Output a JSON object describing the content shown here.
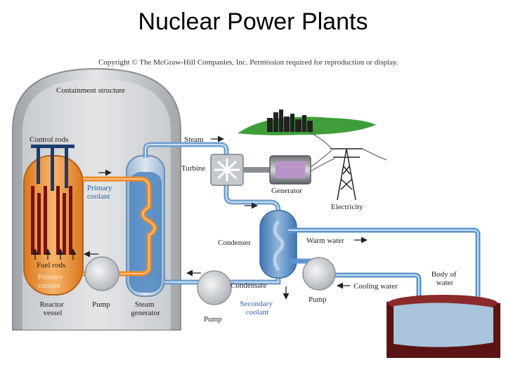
{
  "title": "Nuclear Power Plants",
  "copyright": "Copyright © The McGraw-Hill Companies, Inc. Permission required for reproduction or display.",
  "labels": {
    "containment_structure": "Containment structure",
    "control_rods": "Control rods",
    "steam": "Steam",
    "turbine": "Turbine",
    "generator": "Generator",
    "electricity": "Electricity",
    "primary_coolant": [
      "Primary",
      "coolant"
    ],
    "primary_coolant_vessel": [
      "Primary",
      "coolant"
    ],
    "fuel_rods": "Fuel rods",
    "reactor_vessel": [
      "Reactor",
      "vessel"
    ],
    "pump_primary": "Pump",
    "steam_generator": [
      "Steam",
      "generator"
    ],
    "condenser": "Condenser",
    "warm_water": "Warm water",
    "condensate": "Condensate",
    "secondary_coolant": [
      "Secondary",
      "coolant"
    ],
    "cooling_water": "Cooling water",
    "pump_secondary": "Pump",
    "pump_cooling": "Pump",
    "body_of_water": [
      "Body of",
      "water"
    ]
  },
  "colors": {
    "containment": "#c9ccd0",
    "reactor": "#e8932e",
    "primary_pipe": "#ef8a22",
    "secondary_pipe": "#6f9fcf",
    "water_pipe": "#5b96cf",
    "steam_gen": "#4e86c0",
    "ground": "#5a1414",
    "water": "#a9c4dc",
    "fuel_rod": "#7a0f12",
    "control_rod": "#1b3d6e",
    "label_blue": "#2a5fa6"
  }
}
